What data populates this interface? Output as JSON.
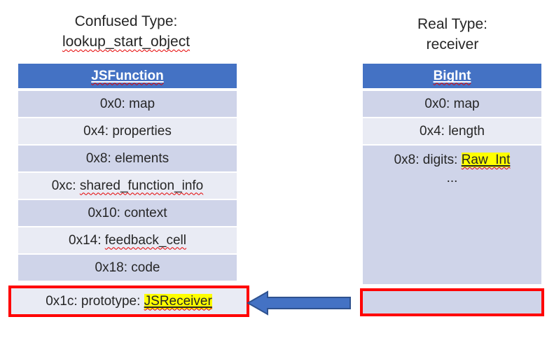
{
  "colors": {
    "header_blue": "#4472C4",
    "band_dark": "#CFD4E9",
    "band_light": "#E9EBF4",
    "highlight_yellow": "#FFFF00",
    "annotation_red": "#FF0000",
    "arrow_fill": "#4472C4",
    "arrow_outline": "#2F528F"
  },
  "left_panel": {
    "title_line1": "Confused Type:",
    "title_line2": "lookup_start_object",
    "table": {
      "header": "JSFunction",
      "rows": [
        {
          "text": "0x0: map"
        },
        {
          "text": "0x4: properties"
        },
        {
          "text": "0x8: elements"
        },
        {
          "prefix": "0xc: ",
          "misspelled": "shared_function_info"
        },
        {
          "text": "0x10: context"
        },
        {
          "prefix": "0x14: ",
          "misspelled": "feedback_cell"
        },
        {
          "text": "0x18: code"
        }
      ],
      "highlighted_row": {
        "prefix": "0x1c: prototype: ",
        "highlight": "JSReceiver"
      }
    }
  },
  "right_panel": {
    "title_line1": "Real Type:",
    "title_line2": "receiver",
    "table": {
      "header": "BigInt",
      "rows": [
        {
          "text": "0x0: map"
        },
        {
          "text": "0x4: length"
        }
      ],
      "tall_row": {
        "prefix": "0x8: digits: ",
        "highlight": "Raw_Int",
        "ellipsis": "..."
      }
    }
  }
}
